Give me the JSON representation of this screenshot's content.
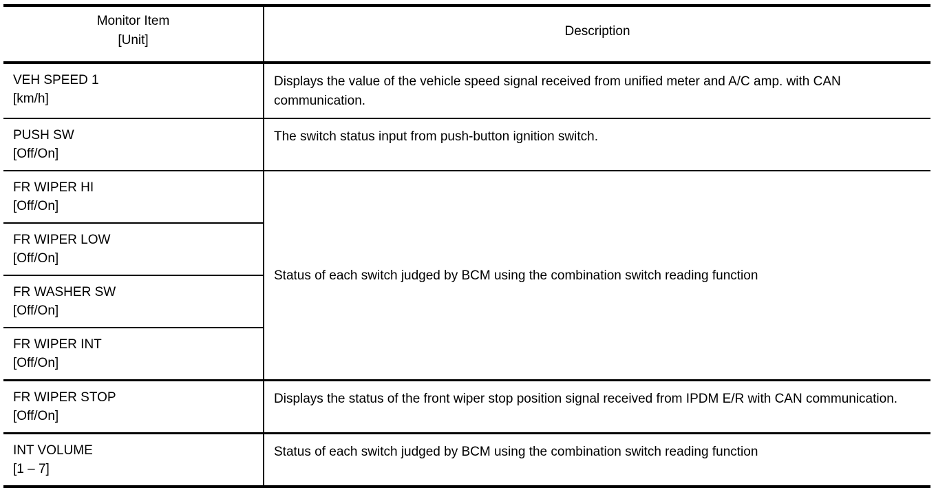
{
  "table": {
    "headers": {
      "item": "Monitor Item",
      "item_unit": "[Unit]",
      "description": "Description"
    },
    "rows": [
      {
        "item": "VEH SPEED 1",
        "unit": "[km/h]",
        "description": "Displays the value of the vehicle speed signal received from unified meter and A/C amp. with CAN communication."
      },
      {
        "item": "PUSH SW",
        "unit": "[Off/On]",
        "description": "The switch status input from push-button ignition switch."
      },
      {
        "item": "FR WIPER HI",
        "unit": "[Off/On]",
        "description": "Status of each switch judged by BCM using the combination switch reading function"
      },
      {
        "item": "FR WIPER LOW",
        "unit": "[Off/On]",
        "description": ""
      },
      {
        "item": "FR WASHER SW",
        "unit": "[Off/On]",
        "description": ""
      },
      {
        "item": "FR WIPER INT",
        "unit": "[Off/On]",
        "description": ""
      },
      {
        "item": "FR WIPER STOP",
        "unit": "[Off/On]",
        "description": "Displays the status of the front wiper stop position signal received from IPDM E/R with CAN communication."
      },
      {
        "item": "INT VOLUME",
        "unit": "[1 – 7]",
        "description": "Status of each switch judged by BCM using the combination switch reading function"
      }
    ],
    "merged_description": "Status of each switch judged by BCM using the combination switch reading function"
  },
  "colors": {
    "rule": "#000000",
    "text": "#000000",
    "background": "#ffffff"
  }
}
